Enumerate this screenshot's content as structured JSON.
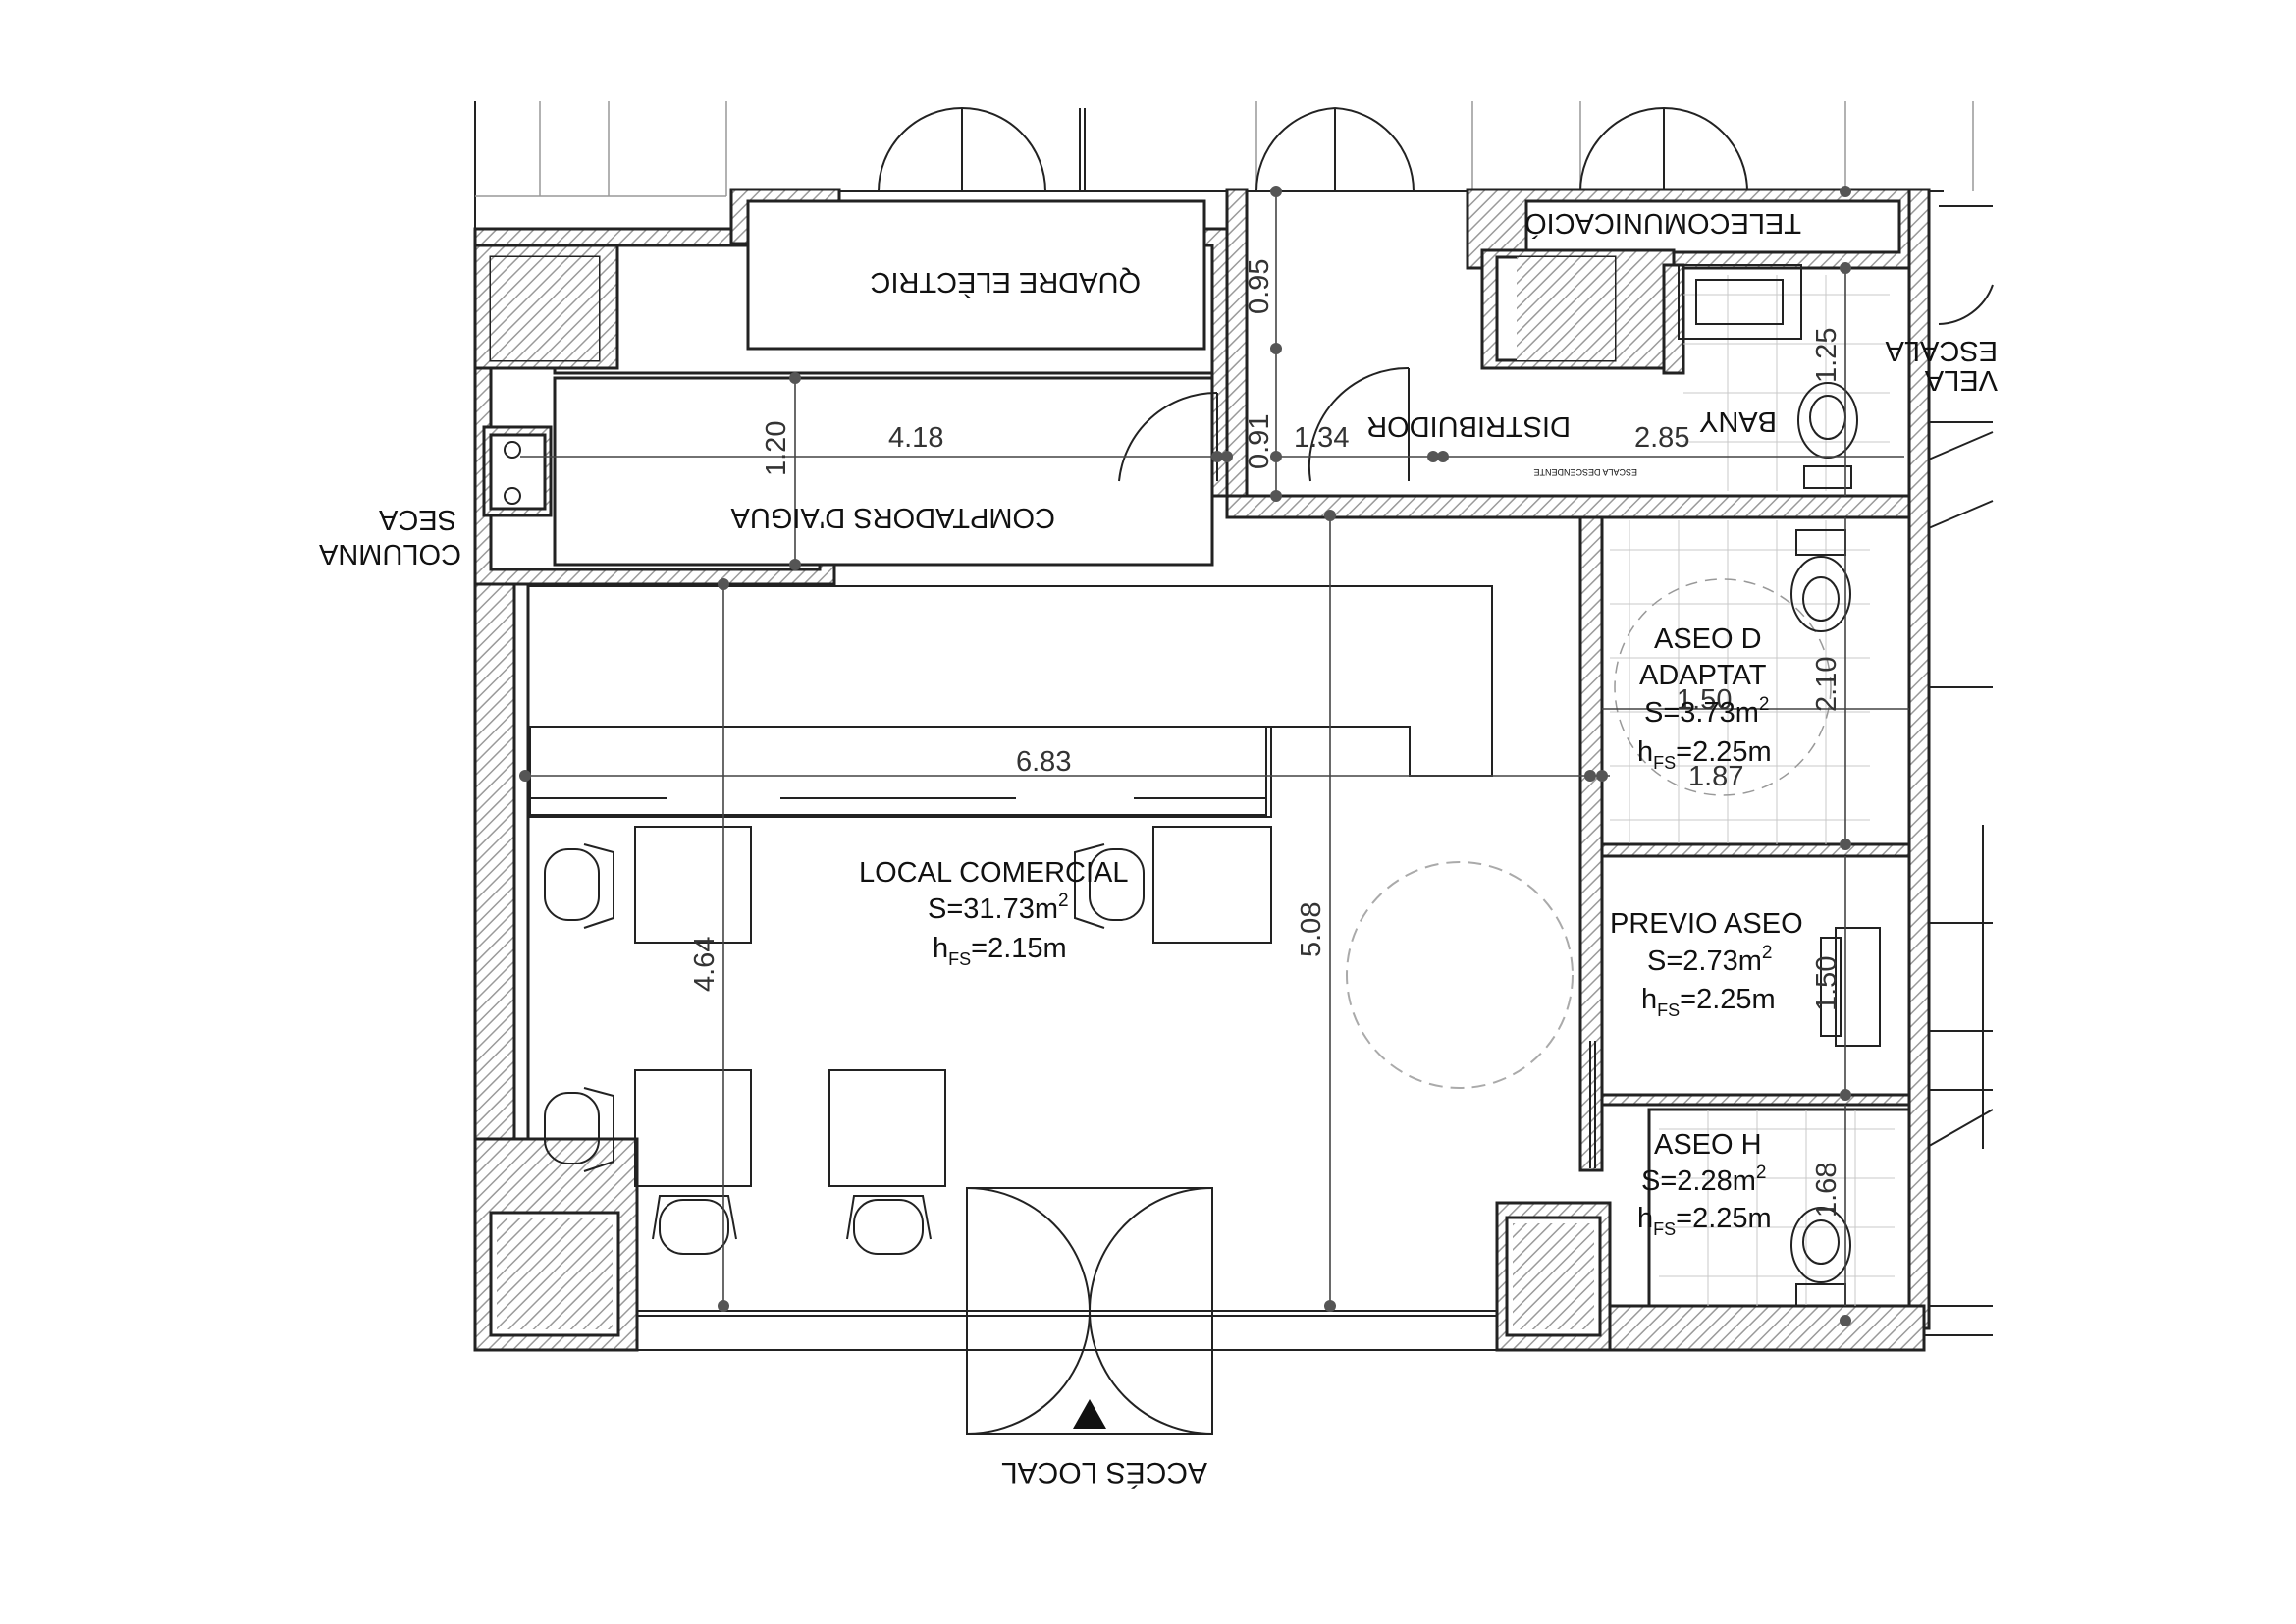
{
  "rooms": {
    "local": {
      "name": "LOCAL COMERCIAL",
      "area": "S=31.73m",
      "area_sup": "2",
      "height_pre": "h",
      "height_sub": "FS",
      "height_val": "=2.15m"
    },
    "aseo_d": {
      "name_line1": "ASEO D",
      "name_line2": "ADAPTAT",
      "area": "S=3.73m",
      "area_sup": "2",
      "height_pre": "h",
      "height_sub": "FS",
      "height_val": "=2.25m"
    },
    "previo": {
      "name": "PREVIO ASEO",
      "area": "S=2.73m",
      "area_sup": "2",
      "height_pre": "h",
      "height_sub": "FS",
      "height_val": "=2.25m"
    },
    "aseo_h": {
      "name": "ASEO H",
      "area": "S=2.28m",
      "area_sup": "2",
      "height_pre": "h",
      "height_sub": "FS",
      "height_val": "=2.25m"
    }
  },
  "inverted_labels": {
    "quadre": "QUADRE ELÈCTRIC",
    "comptadors": "COMPTADORS D'AIGUA",
    "telecom": "TELECOMUNICACIÓ",
    "distribuidor": "DISTRIBUIDOR",
    "bany": "BANY",
    "columna_1": "COLUMNA",
    "columna_2": "SECA",
    "acces": "ACCÉS LOCAL",
    "escala_1": "ESCALA",
    "escala_2": "VELA",
    "small_note": "ESCALA DESCENDENTE"
  },
  "dimensions": {
    "d418": "4.18",
    "d120": "1.20",
    "d095": "0.95",
    "d091": "0.91",
    "d134": "1.34",
    "d285": "2.85",
    "d683": "6.83",
    "d464": "4.64",
    "d508": "5.08",
    "d210": "2.10",
    "d150": "1.50",
    "d187": "1.87",
    "d150b": "1.50",
    "d168": "1.68",
    "d125": "1.25"
  },
  "colors": {
    "line": "#222222",
    "hatch": "#9a9a9a",
    "dimension": "#444444"
  }
}
